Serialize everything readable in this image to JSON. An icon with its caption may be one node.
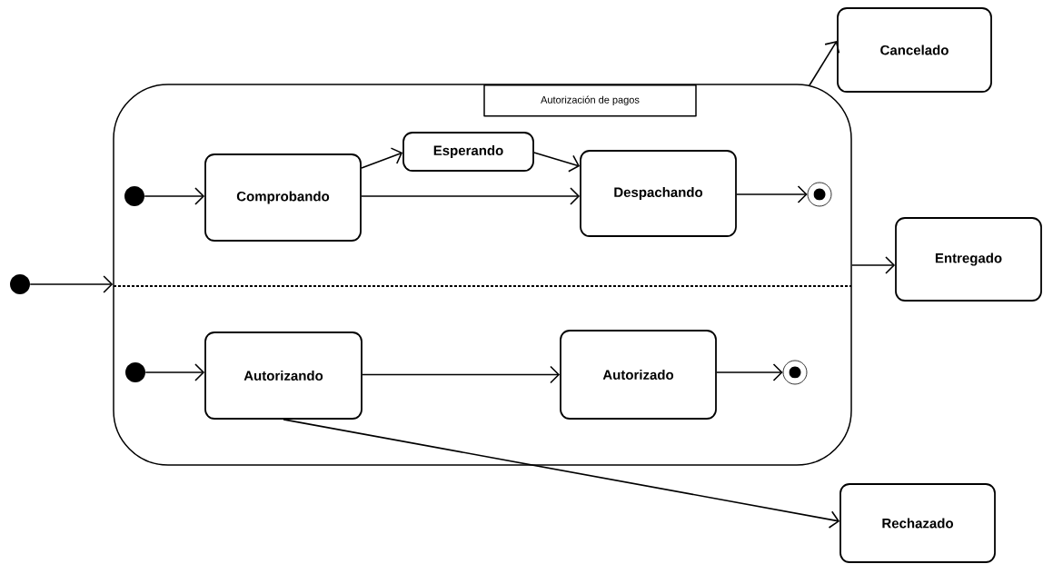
{
  "diagram": {
    "nodes": [
      {
        "text": [
          "Autorización de pagos"
        ]
      },
      {
        "text": [],
        "shape": "circle"
      },
      {
        "text": [],
        "shape": "circle",
        "in": 0
      },
      {
        "text": [
          "Comprobando"
        ],
        "in": 0
      },
      {
        "text": [
          "Esperando"
        ],
        "in": 0
      },
      {
        "text": [
          "Despachando"
        ],
        "in": 0
      },
      {
        "text": [],
        "shape": "circle",
        "in": 0
      },
      {
        "text": [],
        "shape": "circle",
        "in": 0
      },
      {
        "text": [
          "Autorizando"
        ],
        "in": 0
      },
      {
        "text": [
          "Autorizado"
        ],
        "in": 0
      },
      {
        "text": [],
        "shape": "circle",
        "in": 0
      },
      {
        "text": [
          "Cancelado"
        ]
      },
      {
        "text": [
          "Entregado"
        ]
      },
      {
        "text": [
          "Rechazado"
        ]
      }
    ],
    "edges": [
      {
        "from": 1,
        "to": 0,
        "arrow": "to"
      },
      {
        "from": 2,
        "to": 3,
        "arrow": "to"
      },
      {
        "from": 3,
        "to": 4,
        "arrow": "to"
      },
      {
        "from": 3,
        "to": 5,
        "arrow": "to"
      },
      {
        "from": 4,
        "to": 5,
        "arrow": "to"
      },
      {
        "from": 5,
        "to": 6,
        "arrow": "to"
      },
      {
        "from": 7,
        "to": 8,
        "arrow": "to"
      },
      {
        "from": 8,
        "to": 9,
        "arrow": "to"
      },
      {
        "from": 9,
        "to": 10,
        "arrow": "to"
      },
      {
        "from": 8,
        "to": 13,
        "arrow": "to"
      },
      {
        "from": 0,
        "to": 11,
        "arrow": "to"
      },
      {
        "from": 0,
        "to": 12,
        "arrow": "to"
      }
    ]
  }
}
